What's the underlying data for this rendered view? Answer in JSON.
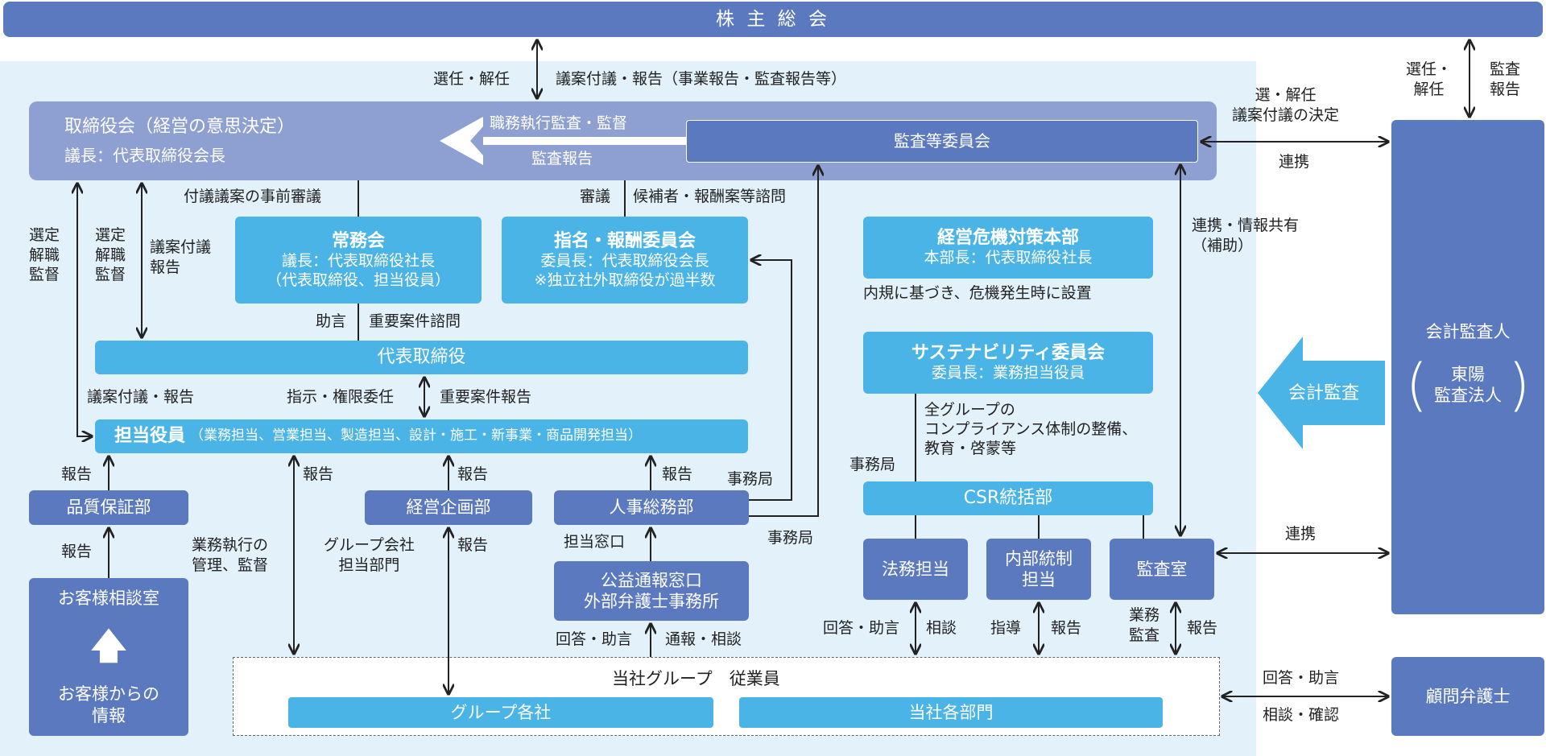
{
  "boxes": {
    "shareholders": "株 主 総 会",
    "board_title": "取締役会（経営の意思決定）",
    "board_chair": "議長：代表取締役会長",
    "audit_committee": "監査等委員会",
    "executive_committee_title": "常務会",
    "executive_committee_chair": "議長：代表取締役社長",
    "executive_committee_members": "（代表取締役、担当役員）",
    "nomination_committee_title": "指名・報酬委員会",
    "nomination_committee_chair": "委員長：代表取締役会長",
    "nomination_committee_note": "※独立社外取締役が過半数",
    "crisis_hq_title": "経営危機対策本部",
    "crisis_hq_chief": "本部長：代表取締役社長",
    "representative_director": "代表取締役",
    "sustainability_committee_title": "サステナビリティ委員会",
    "sustainability_committee_chair": "委員長：業務担当役員",
    "officers_title": "担当役員",
    "officers_detail": "（業務担当、営業担当、製造担当、設計・施工・新事業・商品開発担当）",
    "quality_assurance": "品質保証部",
    "corporate_planning": "経営企画部",
    "hr_general_affairs": "人事総務部",
    "csr_division": "CSR統括部",
    "whistleblowing_title": "公益通報窓口",
    "whistleblowing_sub": "外部弁護士事務所",
    "legal": "法務担当",
    "internal_control": "内部統制\n担当",
    "audit_office": "監査室",
    "customer_consultation": "お客様相談室",
    "customer_info": "お客様からの\n情報",
    "accounting_auditor_title": "会計監査人",
    "accounting_auditor_name": "東陽\n監査法人",
    "advisory_lawyer": "顧問弁護士",
    "employees": "当社グループ　従業員",
    "group_companies": "グループ各社",
    "company_departments": "当社各部門"
  },
  "labels": {
    "appoint_dismiss": "選任・解任",
    "agenda_report": "議案付議・報告（事業報告・監査報告等）",
    "duty_audit": "職務執行監査・監督",
    "audit_report": "監査報告",
    "pre_deliberation": "付議議案の事前審議",
    "deliberation": "審議",
    "nominee_consult": "候補者・報酬案等諮問",
    "select_dismiss_supervise_1": "選定\n解職\n監督",
    "select_dismiss_supervise_2": "選定\n解職\n監督",
    "agenda_report_short": "議案付議\n報告",
    "advice": "助言",
    "important_consult": "重要案件諮問",
    "crisis_note": "内規に基づき、危機発生時に設置",
    "agenda_report_officers": "議案付議・報告",
    "instruct_delegate": "指示・権限委任",
    "important_report": "重要案件報告",
    "compliance_note": "全グループの\nコンプライアンス体制の整備、\n教育・啓蒙等",
    "secretariat_csr": "事務局",
    "secretariat_hr": "事務局",
    "secretariat_hr2": "事務局",
    "report_qa": "報告",
    "report_customer": "報告",
    "report_officers": "報告",
    "report_planning": "報告",
    "report_hr": "報告",
    "report_planning2": "報告",
    "business_management": "業務執行の\n管理、監督",
    "group_dept": "グループ会社\n担当部門",
    "contact_window": "担当窓口",
    "answer_advice": "回答・助言",
    "report_consult": "通報・相談",
    "answer_advice_legal": "回答・助言",
    "consult_legal": "相談",
    "guidance": "指導",
    "report_ic": "報告",
    "business_audit": "業務\n監査",
    "report_audit": "報告",
    "appoint_dismiss_right": "選・解任\n議案付議の決定",
    "cooperation_1": "連携",
    "cooperation_info": "連携・情報共有\n（補助）",
    "accounting_audit": "会計監査",
    "cooperation_2": "連携",
    "appoint_dismiss_top": "選任・\n解任",
    "audit_report_top": "監査\n報告",
    "answer_advice_lawyer": "回答・助言",
    "consult_confirm": "相談・確認"
  },
  "colors": {
    "navy": "#5b79be",
    "cyan": "#4ab4e6",
    "lavender": "#8ea0d1",
    "background": "#e3f1fb"
  }
}
